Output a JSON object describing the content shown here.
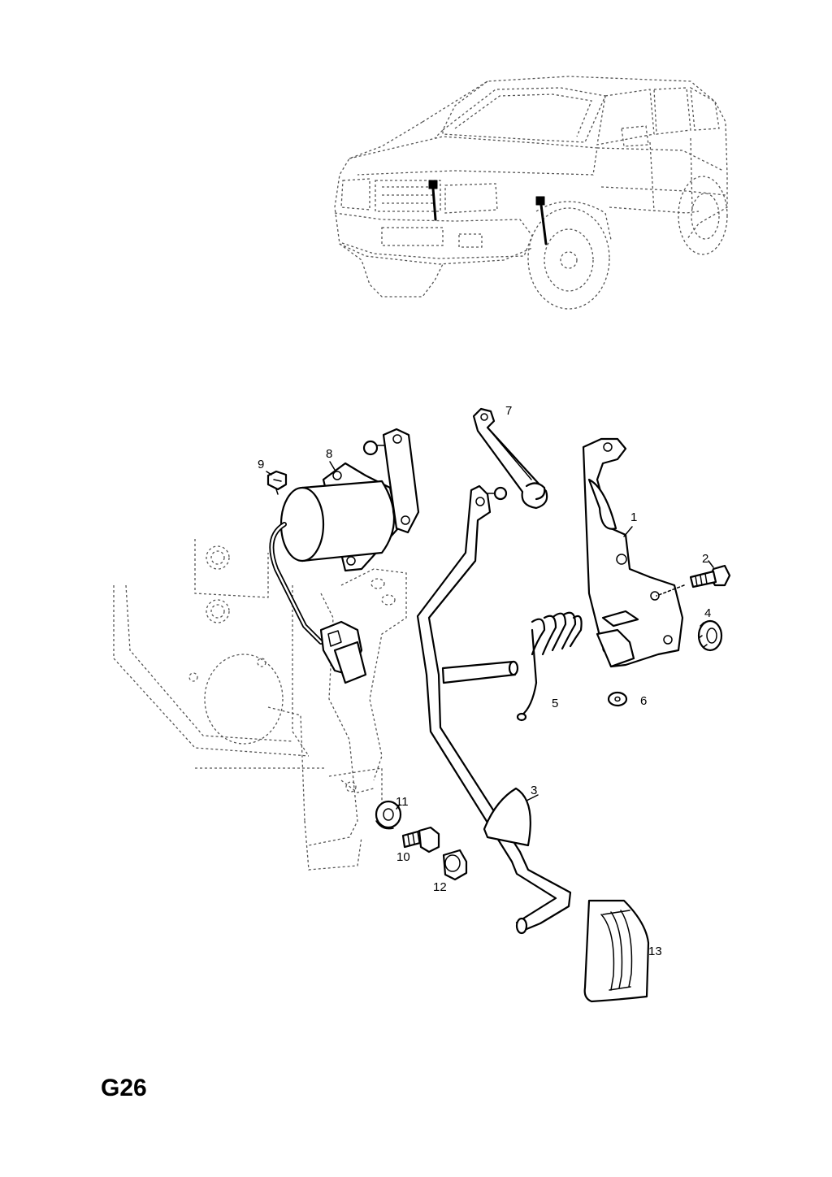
{
  "diagram": {
    "callouts": {
      "c1": "1",
      "c2": "2",
      "c3": "3",
      "c4": "4",
      "c5": "5",
      "c6": "6",
      "c7": "7",
      "c8": "8",
      "c9": "9",
      "c10": "10",
      "c11": "11",
      "c12": "12",
      "c13": "13"
    }
  },
  "page_code": "G26"
}
